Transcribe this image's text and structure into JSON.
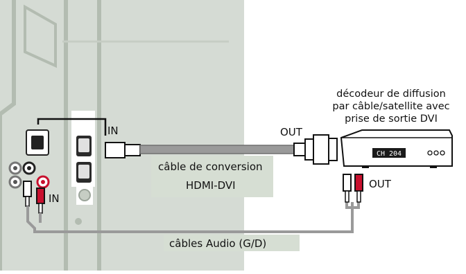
{
  "labels": {
    "tv_in_hdmi": "IN",
    "tv_in_audio": "IN",
    "box_out_video": "OUT",
    "box_out_audio": "OUT",
    "cable_video_line1": "câble de conversion",
    "cable_video_line2": "HDMI-DVI",
    "cable_audio": "câbles Audio (G/D)"
  },
  "device": {
    "lines": [
      "décodeur de diffusion",
      "par câble/satellite avec",
      "prise de sortie DVI"
    ],
    "display": "CH 204"
  },
  "colors": {
    "tv_panel": "#d5dbd4",
    "tv_panel_dark": "#b9c2b8",
    "cable": "#9a9a9a",
    "plug_red": "#c8102e",
    "plug_white": "#ffffff",
    "label_bg": "#d6ded3",
    "device_body": "#ffffff",
    "device_display": "#1a1a1a"
  }
}
